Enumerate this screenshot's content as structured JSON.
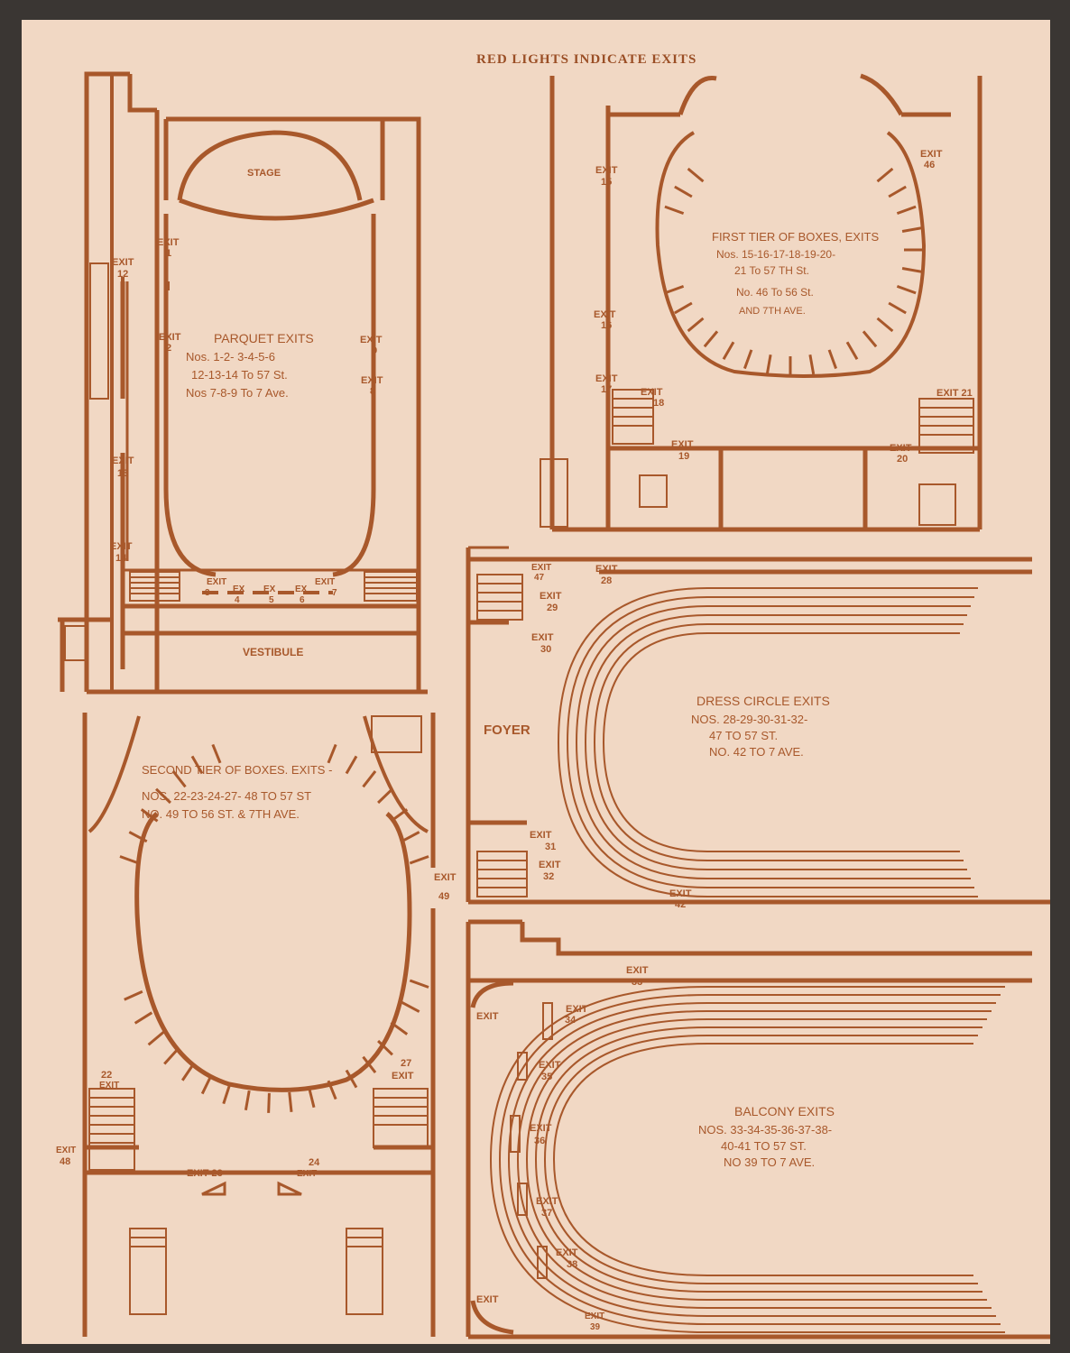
{
  "header": "RED LIGHTS INDICATE EXITS",
  "parquet": {
    "stage": "STAGE",
    "vestibule": "VESTIBULE",
    "title": "PARQUET EXITS",
    "line1": "Nos. 1-2- 3-4-5-6",
    "line2": "12-13-14 To 57 St.",
    "line3": "Nos 7-8-9 To 7 Ave.",
    "exits": {
      "e1": "EXIT",
      "n1": "1",
      "e2": "EXIT",
      "n2": "2",
      "e3": "EXIT",
      "n3": "3",
      "e4": "EX",
      "n4": "4",
      "e5": "EX",
      "n5": "5",
      "e6": "EX",
      "n6": "6",
      "e7": "EXIT",
      "n7": "7",
      "e8": "EXIT",
      "n8": "8",
      "e9": "EXIT",
      "n9": "9",
      "e12": "EXIT",
      "n12": "12",
      "e13": "EXIT",
      "n13": "13",
      "e14": "EXIT",
      "n14": "14"
    }
  },
  "first_tier": {
    "title": "FIRST TIER OF BOXES, EXITS",
    "line1": "Nos. 15-16-17-18-19-20-",
    "line2": "21 To 57 TH St.",
    "line3": "No. 46 To 56 St.",
    "line4": "AND 7TH AVE.",
    "exits": {
      "e15": "EXIT",
      "n15": "15",
      "e16": "EXIT",
      "n16": "16",
      "e17": "EXIT",
      "n17": "17",
      "e18": "EXIT",
      "n18": "18",
      "e19": "EXIT",
      "n19": "19",
      "e20": "EXIT",
      "n20": "20",
      "e21": "EXIT 21",
      "e46": "EXIT",
      "n46": "46"
    }
  },
  "second_tier": {
    "title": "SECOND TIER OF BOXES. EXITS -",
    "line1": "NOS. 22-23-24-27- 48 TO 57 ST",
    "line2": "NO. 49 TO 56 ST. & 7TH AVE.",
    "exits": {
      "n22": "22",
      "e22": "EXIT",
      "e23": "EXIT 23",
      "n24": "24",
      "e24": "EXIT",
      "n27": "27",
      "e27": "EXIT",
      "e48": "EXIT",
      "n48": "48",
      "e49": "EXIT",
      "n49": "49"
    }
  },
  "dress_circle": {
    "foyer": "FOYER",
    "title": "DRESS CIRCLE EXITS",
    "line1": "NOS. 28-29-30-31-32-",
    "line2": "47 TO 57 ST.",
    "line3": "NO. 42 TO 7 AVE.",
    "exits": {
      "e47": "EXIT",
      "n47": "47",
      "e28": "EXIT",
      "n28": "28",
      "e29": "EXIT",
      "n29": "29",
      "e30": "EXIT",
      "n30": "30",
      "e31": "EXIT",
      "n31": "31",
      "e32": "EXIT",
      "n32": "32",
      "e42": "EXIT",
      "n42": "42"
    }
  },
  "balcony": {
    "title": "BALCONY EXITS",
    "line1": "NOS. 33-34-35-36-37-38-",
    "line2": "40-41 TO 57 ST.",
    "line3": "NO 39 TO 7 AVE.",
    "exits": {
      "e33": "EXIT",
      "n33": "33",
      "e34": "EXIT",
      "n34": "34",
      "e35": "EXIT",
      "n35": "35",
      "e36": "EXIT",
      "n36": "36",
      "e37": "EXIT",
      "n37": "37",
      "e38": "EXIT",
      "n38": "38",
      "e39": "EXIT",
      "n39": "39",
      "etop": "EXIT",
      "ebot": "EXIT"
    }
  }
}
